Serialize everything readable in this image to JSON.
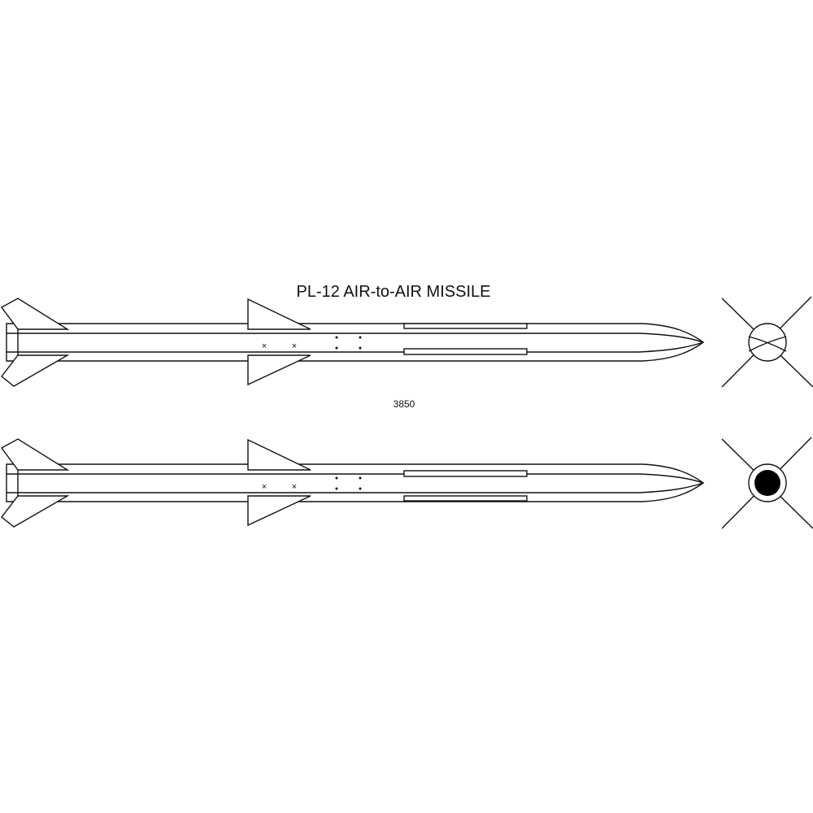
{
  "title": "PL-12 AIR-to-AIR MISSILE",
  "dimension_label": "3850",
  "views": [
    {
      "name": "upper-side-view",
      "end_view_symbol": "circle-with-cross"
    },
    {
      "name": "lower-side-view",
      "end_view_symbol": "circle-with-filled-dot"
    }
  ],
  "colors": {
    "line": "#111111",
    "background": "#ffffff"
  }
}
